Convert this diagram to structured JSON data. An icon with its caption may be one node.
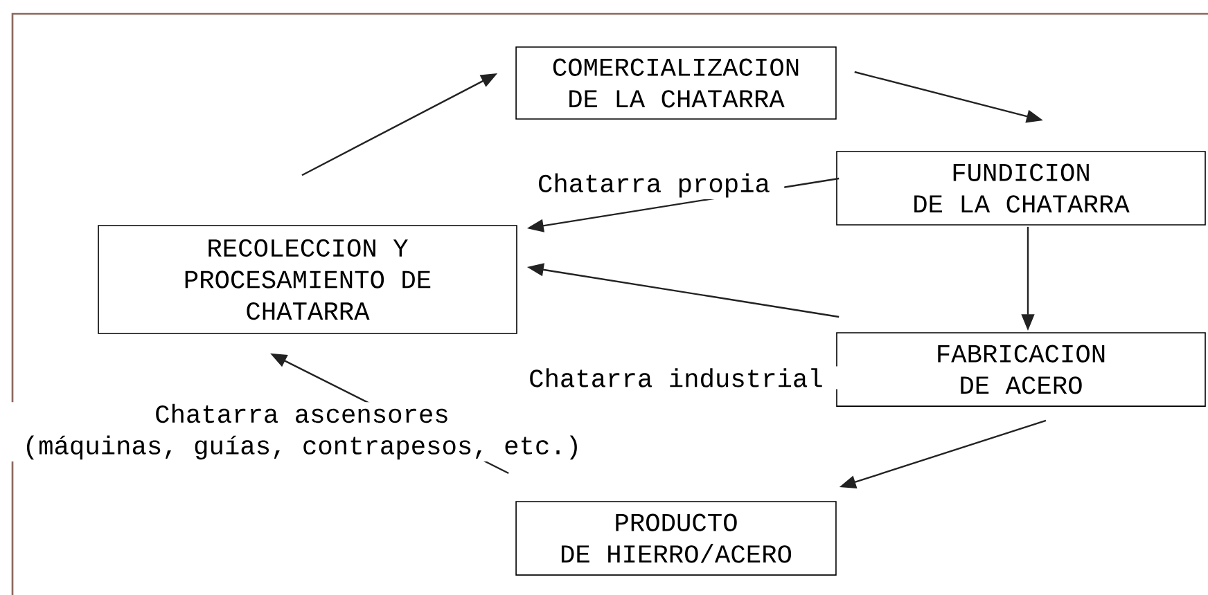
{
  "diagram": {
    "nodes": [
      {
        "text": [
          "COMERCIALIZACION DE LA CHATARRA"
        ]
      },
      {
        "text": [
          "FUNDICION DE LA CHATARRA"
        ]
      },
      {
        "text": [
          "RECOLECCION Y PROCESAMIENTO DE CHATARRA"
        ]
      },
      {
        "text": [
          "FABRICACION DE ACERO"
        ]
      },
      {
        "text": [
          "PRODUCTO DE HIERRO/ACERO"
        ]
      }
    ],
    "edges": [
      {
        "from": 2,
        "to": 0,
        "arrow": "to"
      },
      {
        "from": 0,
        "to": 1,
        "arrow": "to"
      },
      {
        "from": 1,
        "to": 2,
        "arrow": "to",
        "label": "Chatarra propia"
      },
      {
        "from": 1,
        "to": 3,
        "arrow": "to"
      },
      {
        "from": 3,
        "to": 2,
        "arrow": "to",
        "label": "Chatarra industrial"
      },
      {
        "from": 3,
        "to": 4,
        "arrow": "to"
      },
      {
        "from": 4,
        "to": 2,
        "arrow": "to",
        "label": "Chatarra ascensores (máquinas, guías, contrapesos, etc.)"
      }
    ]
  }
}
